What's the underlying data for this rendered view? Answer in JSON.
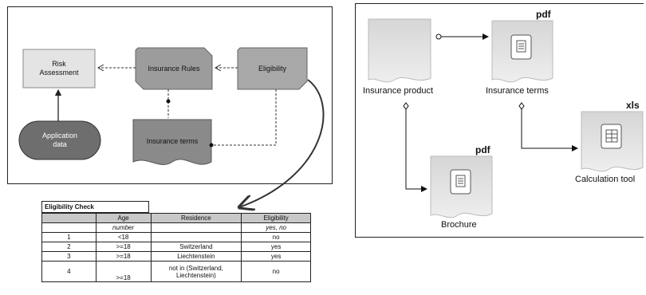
{
  "left_diagram": {
    "nodes": {
      "risk_assessment": "Risk\nAssessment",
      "insurance_rules": "Insurance Rules",
      "eligibility": "Eligibility",
      "application_data": "Application\ndata",
      "insurance_terms": "Insurance terms"
    }
  },
  "eligibility_table": {
    "caption": "Eligibility Check",
    "headers": [
      "",
      "Age",
      "Residence",
      "Eligibility"
    ],
    "type_row": [
      "",
      "number",
      "",
      "yes, no"
    ],
    "rows": [
      [
        "1",
        "<18",
        "",
        "no"
      ],
      [
        "2",
        ">=18",
        "Switzerland",
        "yes"
      ],
      [
        "3",
        ">=18",
        "Liechtenstein",
        "yes"
      ],
      [
        "4",
        ">=18",
        "not in (Switzerland, Liechtenstein)",
        "no"
      ]
    ]
  },
  "right_diagram": {
    "insurance_product": "Insurance product",
    "insurance_terms": "Insurance terms",
    "insurance_terms_badge": "pdf",
    "brochure": "Brochure",
    "brochure_badge": "pdf",
    "calculation_tool": "Calculation tool",
    "calculation_tool_badge": "xls"
  }
}
